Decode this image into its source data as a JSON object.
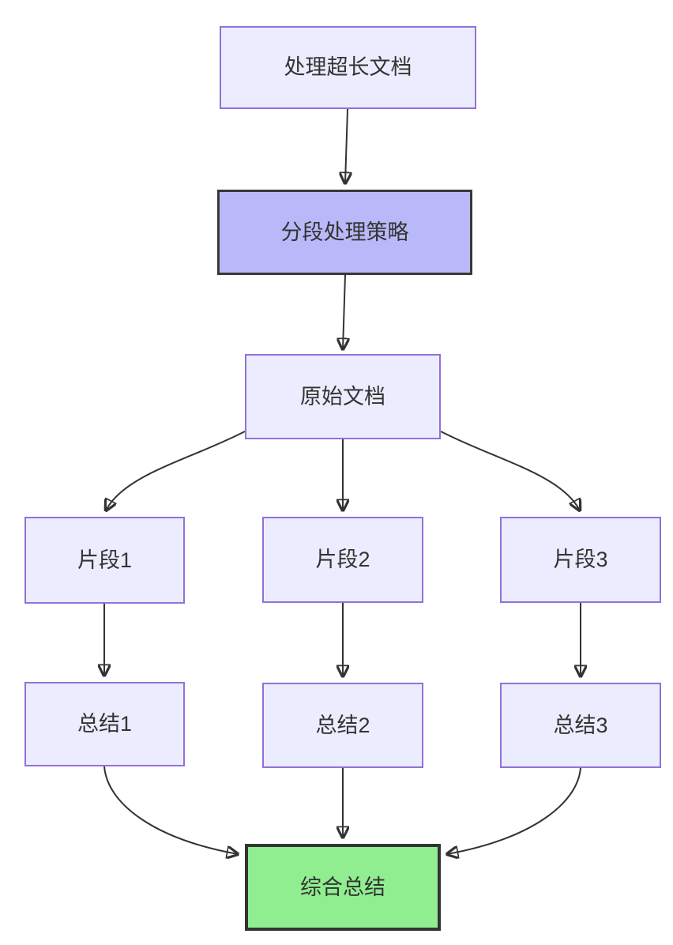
{
  "diagram": {
    "type": "flowchart",
    "direction": "top-down",
    "nodes": {
      "doc": {
        "label": "处理超长文档"
      },
      "strategy": {
        "label": "分段处理策略"
      },
      "original": {
        "label": "原始文档"
      },
      "frag1": {
        "label": "片段1"
      },
      "frag2": {
        "label": "片段2"
      },
      "frag3": {
        "label": "片段3"
      },
      "sum1": {
        "label": "总结1"
      },
      "sum2": {
        "label": "总结2"
      },
      "sum3": {
        "label": "总结3"
      },
      "final": {
        "label": "综合总结"
      }
    },
    "edges": [
      {
        "from": "处理超长文档",
        "to": "分段处理策略"
      },
      {
        "from": "分段处理策略",
        "to": "原始文档"
      },
      {
        "from": "原始文档",
        "to": "片段1"
      },
      {
        "from": "原始文档",
        "to": "片段2"
      },
      {
        "from": "原始文档",
        "to": "片段3"
      },
      {
        "from": "片段1",
        "to": "总结1"
      },
      {
        "from": "片段2",
        "to": "总结2"
      },
      {
        "from": "片段3",
        "to": "总结3"
      },
      {
        "from": "总结1",
        "to": "综合总结"
      },
      {
        "from": "总结2",
        "to": "综合总结"
      },
      {
        "from": "总结3",
        "to": "综合总结"
      }
    ],
    "colors": {
      "node_fill": "#ECECFF",
      "node_border": "#9370DB",
      "highlight_fill": "#B9B9FA",
      "highlight_border": "#383838",
      "success_fill": "#90EE90",
      "success_border": "#333333",
      "edge": "#333333",
      "text": "#333333",
      "background": "#FFFFFF"
    }
  }
}
